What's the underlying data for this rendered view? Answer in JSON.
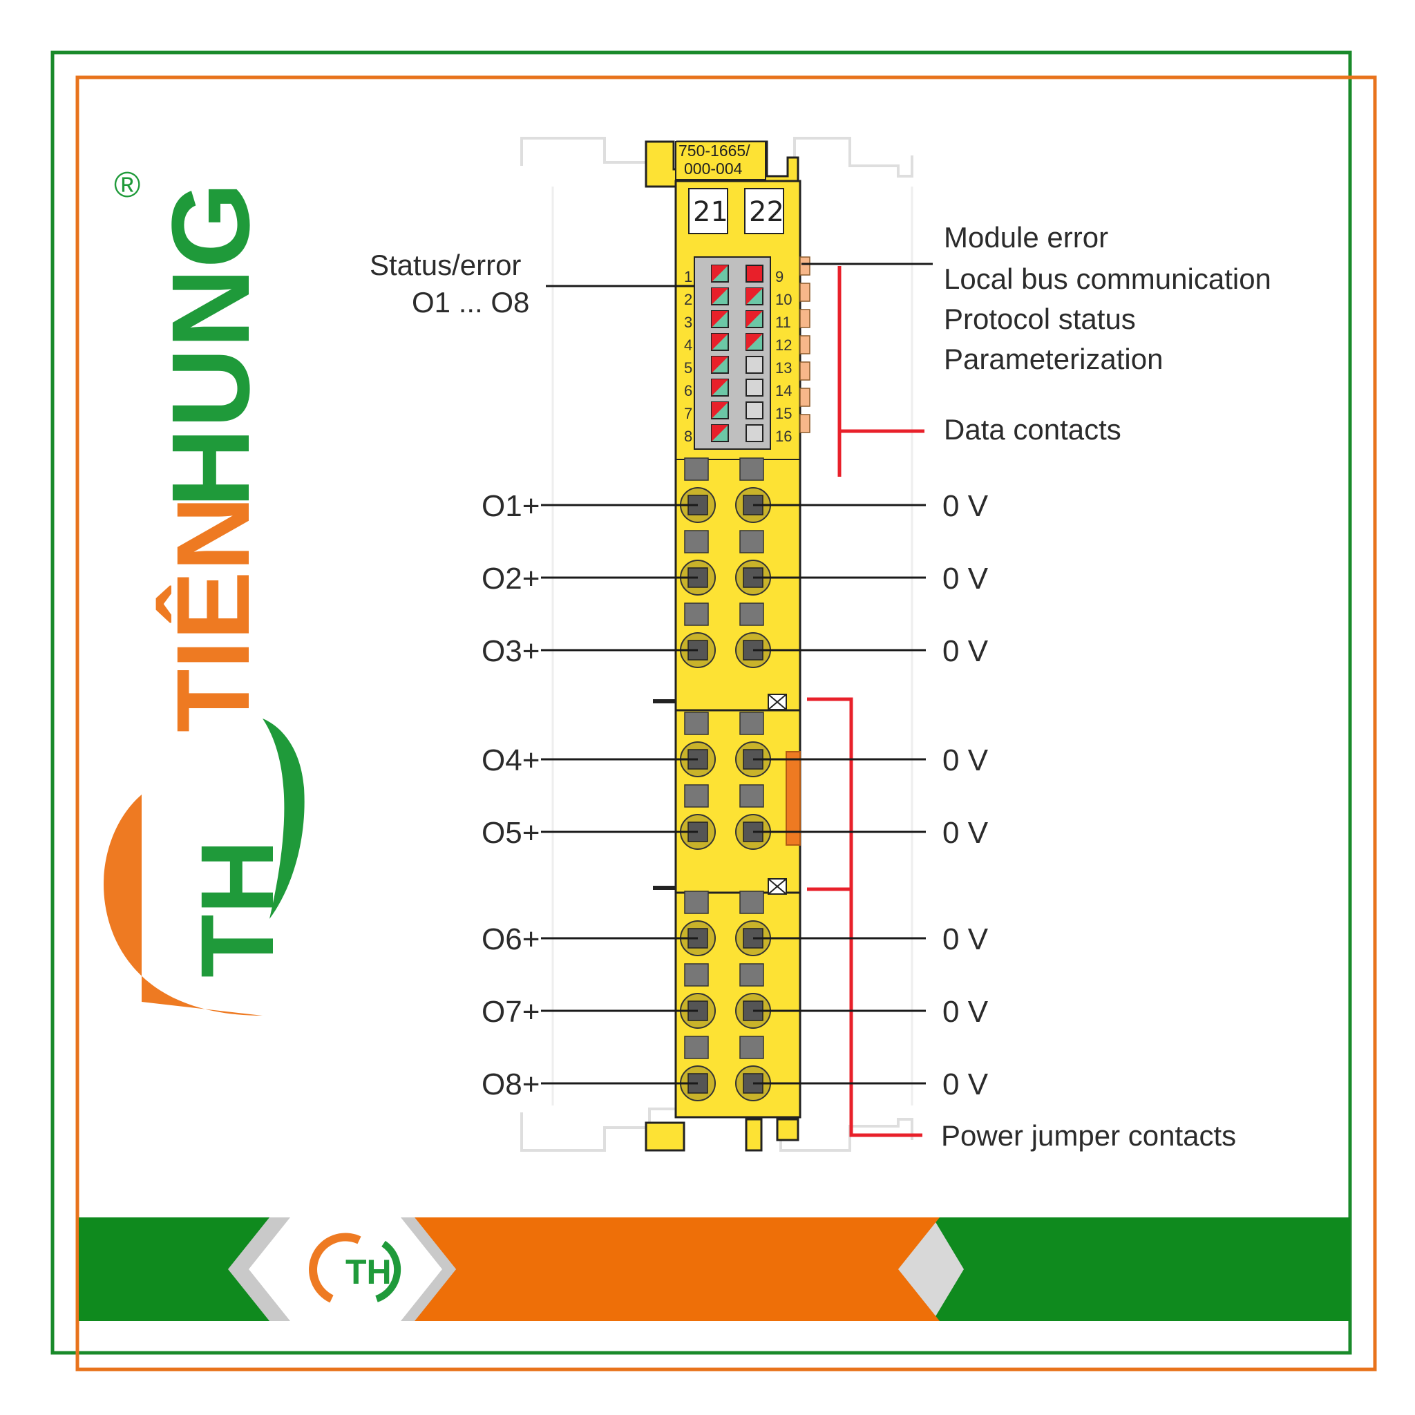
{
  "brand": {
    "name_line1": "TIÊN",
    "name_line2": "HUNG",
    "registered_mark": "®",
    "monogram": "TH",
    "colors": {
      "green": "#1f9a3a",
      "orange": "#ee7a22",
      "frame_green": "#198a2a",
      "frame_orange": "#e8731c"
    }
  },
  "module": {
    "part_line1": "750-1665/",
    "part_line2": "000-004",
    "slot_left": "21",
    "slot_right": "22",
    "led_rows_left": [
      "1",
      "2",
      "3",
      "4",
      "5",
      "6",
      "7",
      "8"
    ],
    "led_rows_right": [
      "9",
      "10",
      "11",
      "12",
      "13",
      "14",
      "15",
      "16"
    ],
    "colors": {
      "body": "#fde234",
      "led_red": "#e8202a",
      "led_green": "#6cc7a6",
      "jumper_red": "#e8202a"
    }
  },
  "labels": {
    "status_error_1": "Status/error",
    "status_error_2": "O1 ... O8",
    "module_error": "Module error",
    "local_bus": "Local bus communication",
    "protocol_status": "Protocol status",
    "parameterization": "Parameterization",
    "data_contacts": "Data contacts",
    "power_jumper": "Power jumper contacts",
    "outputs": [
      "O1+",
      "O2+",
      "O3+",
      "O4+",
      "O5+",
      "O6+",
      "O7+",
      "O8+"
    ],
    "grounds": [
      "0 V",
      "0 V",
      "0 V",
      "0 V",
      "0 V",
      "0 V",
      "0 V",
      "0 V"
    ]
  }
}
